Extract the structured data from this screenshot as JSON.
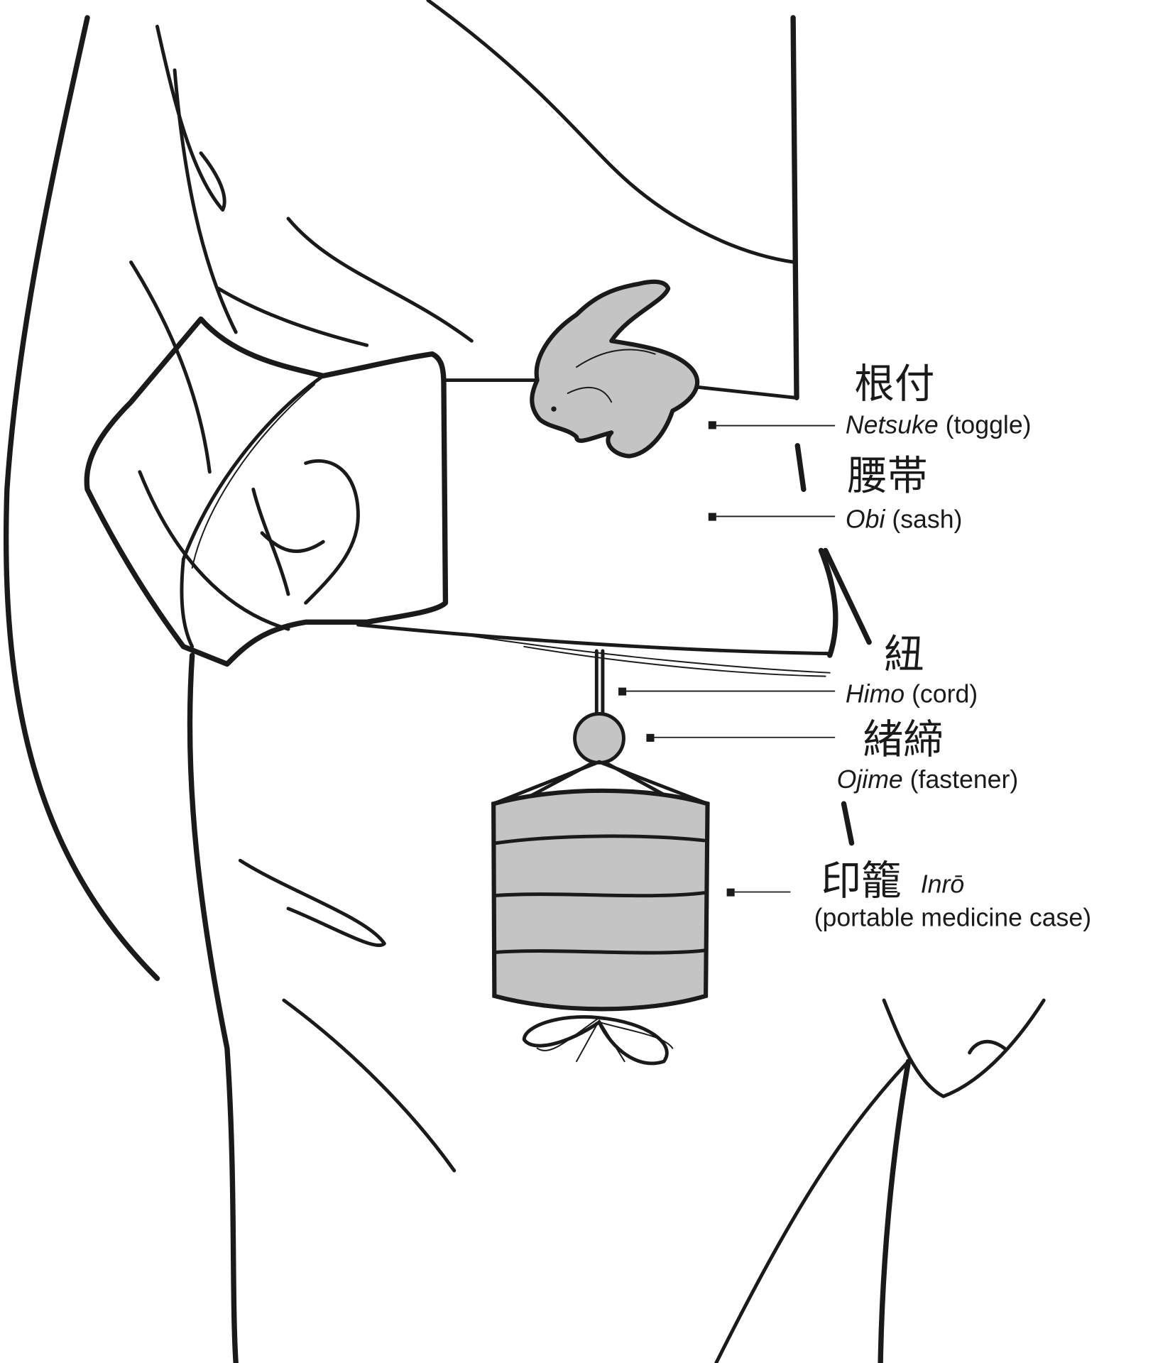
{
  "labels": {
    "netsuke": {
      "kanji": "根付",
      "term": "Netsuke",
      "gloss": "(toggle)"
    },
    "obi": {
      "kanji": "腰帯",
      "term": "Obi",
      "gloss": "(sash)"
    },
    "himo": {
      "kanji": "紐",
      "term": "Himo",
      "gloss": "(cord)"
    },
    "ojime": {
      "kanji": "緒締",
      "term": "Ojime",
      "gloss": "(fastener)"
    },
    "inro": {
      "kanji": "印籠",
      "term": "Inrō",
      "gloss": "(portable medicine case)"
    }
  },
  "colors": {
    "line": "#1a1a1a",
    "fill_grey": "#c4c4c4",
    "background": "#ffffff"
  }
}
